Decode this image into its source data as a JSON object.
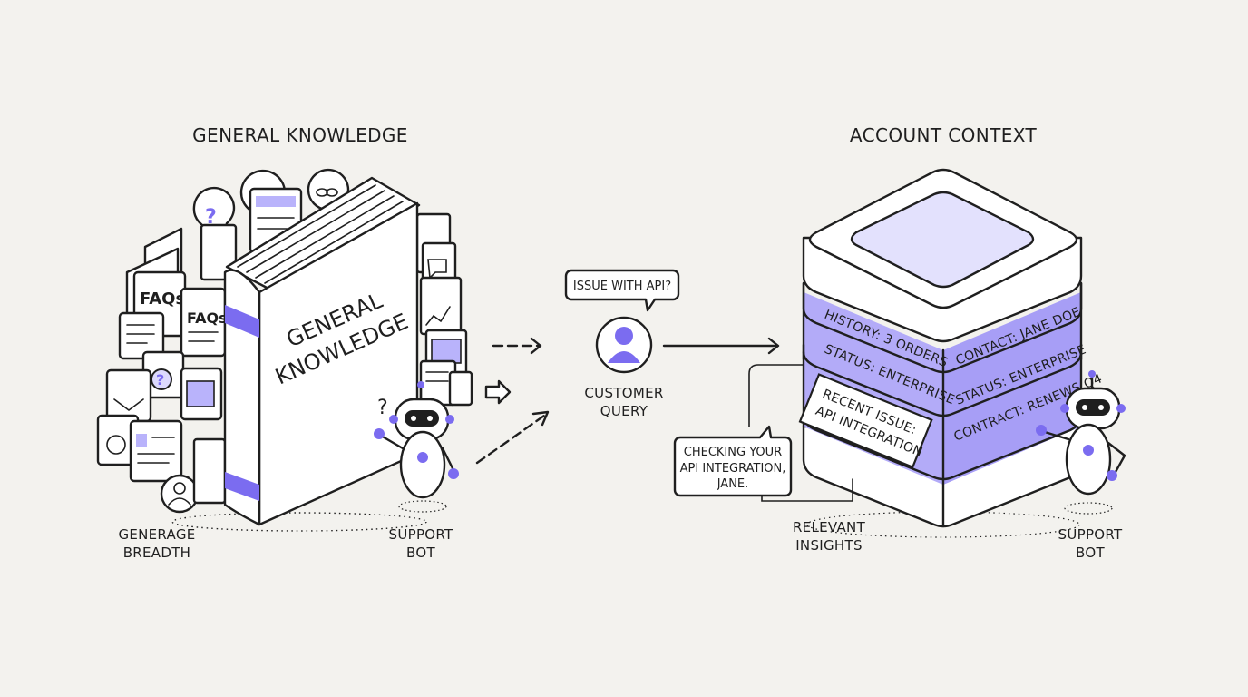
{
  "left": {
    "title": "GENERAL KNOWLEDGE",
    "book_title_line1": "GENERAL",
    "book_title_line2": "KNOWLEDGE",
    "faq_label_1": "FAQs",
    "faq_label_2": "FAQs",
    "caption_line1": "GENERAGE",
    "caption_line2": "BREADTH",
    "bot_thought": "?",
    "bot_caption_line1": "SUPPORT",
    "bot_caption_line2": "BOT"
  },
  "middle": {
    "speech": "ISSUE WITH API?",
    "caption_line1": "CUSTOMER",
    "caption_line2": "QUERY"
  },
  "right": {
    "title": "ACCOUNT CONTEXT",
    "db_left": {
      "history": "HISTORY: 3 ORDERS",
      "status": "STATUS: ENTERPRISE",
      "recent_line1": "RECENT ISSUE:",
      "recent_line2": "API INTEGRATION"
    },
    "db_right": {
      "contact": "CONTACT: JANE DOE",
      "status": "STATUS: ENTERPRISE",
      "contract": "CONTRACT: RENEWS Q4"
    },
    "reply_line1": "CHECKING YOUR",
    "reply_line2": "API INTEGRATION,",
    "reply_line3": "JANE.",
    "insights_line1": "RELEVANT",
    "insights_line2": "INSIGHTS",
    "bot_caption_line1": "SUPPORT",
    "bot_caption_line2": "BOT"
  },
  "colors": {
    "accent": "#7b6cf0",
    "accent_light": "#b9b3fb",
    "background": "#f3f2ee",
    "ink": "#1f1f1f"
  }
}
